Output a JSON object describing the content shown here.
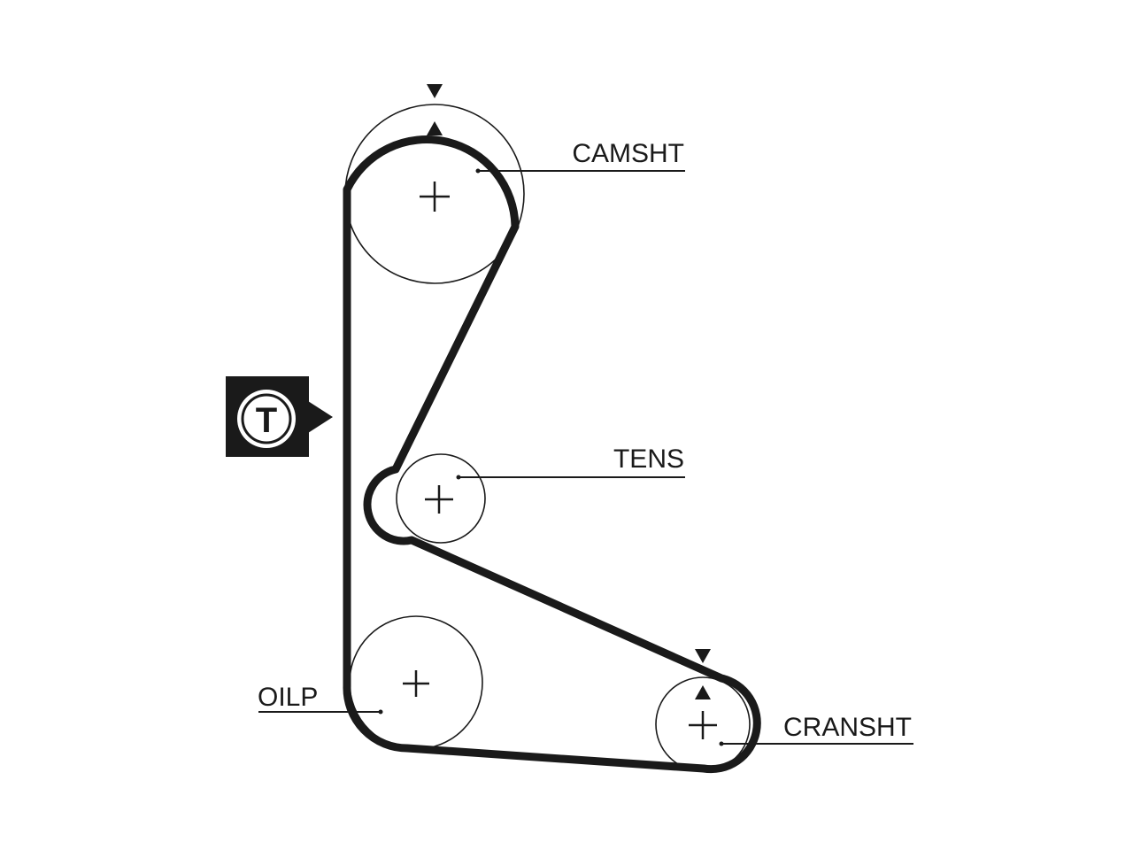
{
  "pulleys": {
    "camshaft": {
      "label": "CAMSHT"
    },
    "tensioner": {
      "label": "TENS"
    },
    "oil_pump": {
      "label": "OILP"
    },
    "crankshaft": {
      "label": "CRANSHT"
    }
  },
  "tension_badge": {
    "letter": "T"
  },
  "colors": {
    "ink": "#1a1a1a",
    "background": "#ffffff"
  }
}
